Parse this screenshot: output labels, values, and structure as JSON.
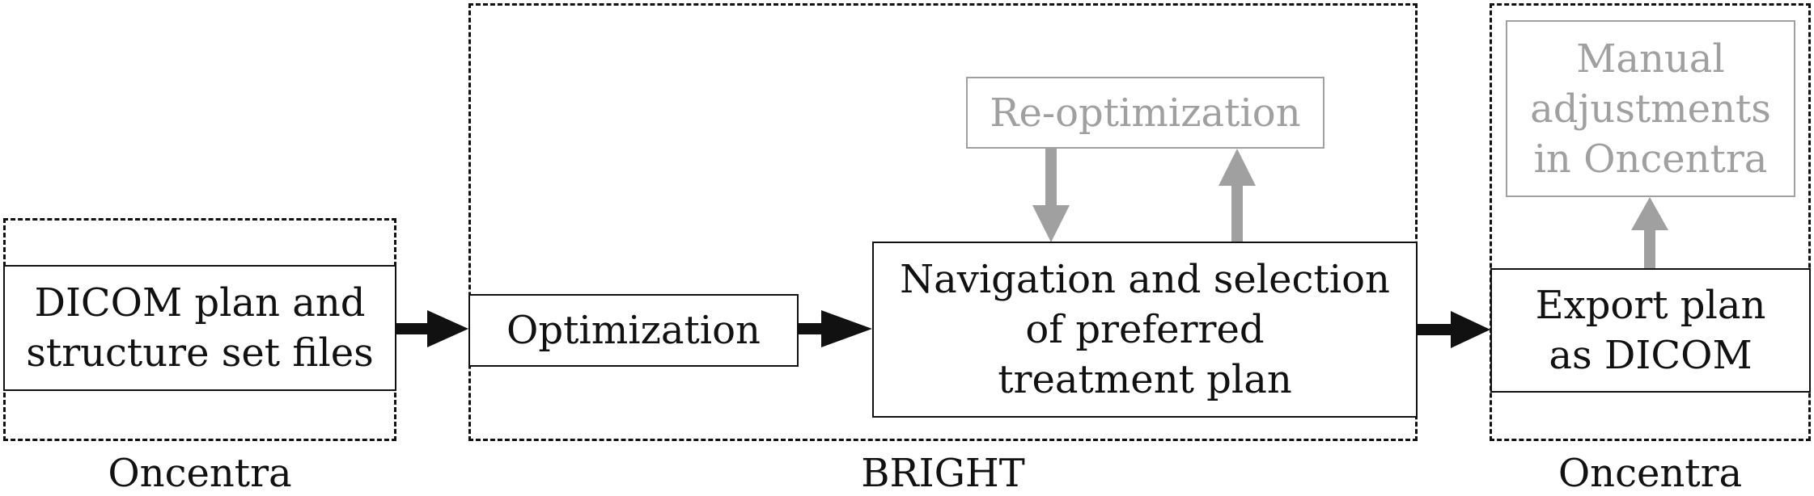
{
  "groups": {
    "left": {
      "label": "Oncentra"
    },
    "middle": {
      "label": "BRIGHT"
    },
    "right": {
      "label": "Oncentra"
    }
  },
  "nodes": {
    "dicom_input": "DICOM plan and\nstructure set files",
    "optimization": "Optimization",
    "navigation": "Navigation and selection\nof preferred\ntreatment plan",
    "reoptimization": "Re-optimization",
    "export": "Export plan\nas DICOM",
    "manual_adjustments": "Manual\nadjustments\nin Oncentra"
  },
  "colors": {
    "primary": "#111111",
    "faded": "#a0a0a0"
  }
}
